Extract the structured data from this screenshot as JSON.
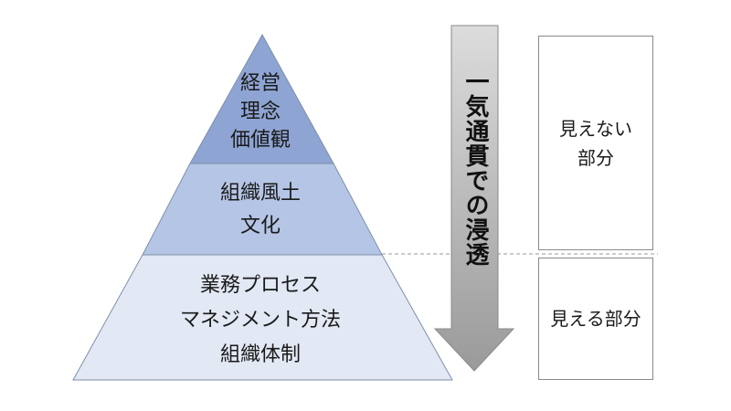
{
  "colors": {
    "tier_top": "#8ea4d3",
    "tier_middle": "#b4c5e5",
    "tier_bottom": "#e2e8f4",
    "arrow_light": "#dcdcdc",
    "arrow_dark": "#9a9a9a",
    "divider": "#9a9a9a"
  },
  "pyramid": {
    "top": {
      "lines": [
        "経営",
        "理念",
        "価値観"
      ]
    },
    "middle": {
      "lines": [
        "組織風土",
        "文化"
      ]
    },
    "bottom": {
      "lines": [
        "業務プロセス",
        "マネジメント方法",
        "組織体制"
      ]
    }
  },
  "arrow": {
    "label": "一気通貫での浸透"
  },
  "side_boxes": {
    "hidden": {
      "text": "見えない\n部分"
    },
    "visible": {
      "text": "見える部分"
    }
  }
}
